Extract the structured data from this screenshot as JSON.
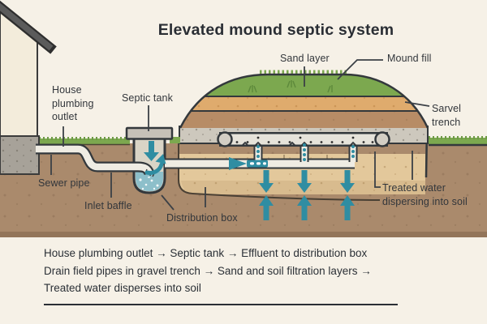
{
  "title": "Elevated mound septic system",
  "diagram": {
    "labels": {
      "house_plumbing_outlet": "House plumbing outlet",
      "septic_tank": "Septic tank",
      "sand_layer": "Sand layer",
      "mound_fill": "Mound fill",
      "sarvel_trench": "Sarvel trench",
      "sewer_pipe": "Sewer pipe",
      "inlet_baffle": "Inlet baffle",
      "distribution_box": "Distribution box",
      "treated_water": "Treated water dispersing into soil"
    },
    "icons": {
      "flow_down_arrow": "teal down arrow",
      "flow_up_arrow": "teal up arrow",
      "flow_right_arrow": "teal right arrowhead",
      "recirculation_arrow": "teal curved arrow"
    }
  },
  "summary_lines": [
    "House plumbing outlet → Septic tank →  Effluent to distribution box",
    "Drain field pipes in gravel trench → Sand and soil filtration layers →",
    "Treated water disperses into soil"
  ],
  "colors": {
    "background": "#f6f1e7",
    "outline": "#33383c",
    "text": "#32363b",
    "soil": "#aa8a6c",
    "soil_bottom_strip": "#93755a",
    "excavation_fill": "#e3c89b",
    "excavation_lower": "#d8bb8e",
    "grass": "#7ca84f",
    "sand_band": "#dfab6d",
    "mound_soil_band": "#b78c66",
    "gravel": "#cdc8bd",
    "pipe_fill": "#efece3",
    "tank_interior": "#d9d4c6",
    "tank_cap": "#c6c1b7",
    "water": "#8dbfca",
    "flow_teal": "#2f8da2",
    "house_wall": "#f3ecdb",
    "roof": "#5b5b5b",
    "foundation": "#a7a299"
  }
}
